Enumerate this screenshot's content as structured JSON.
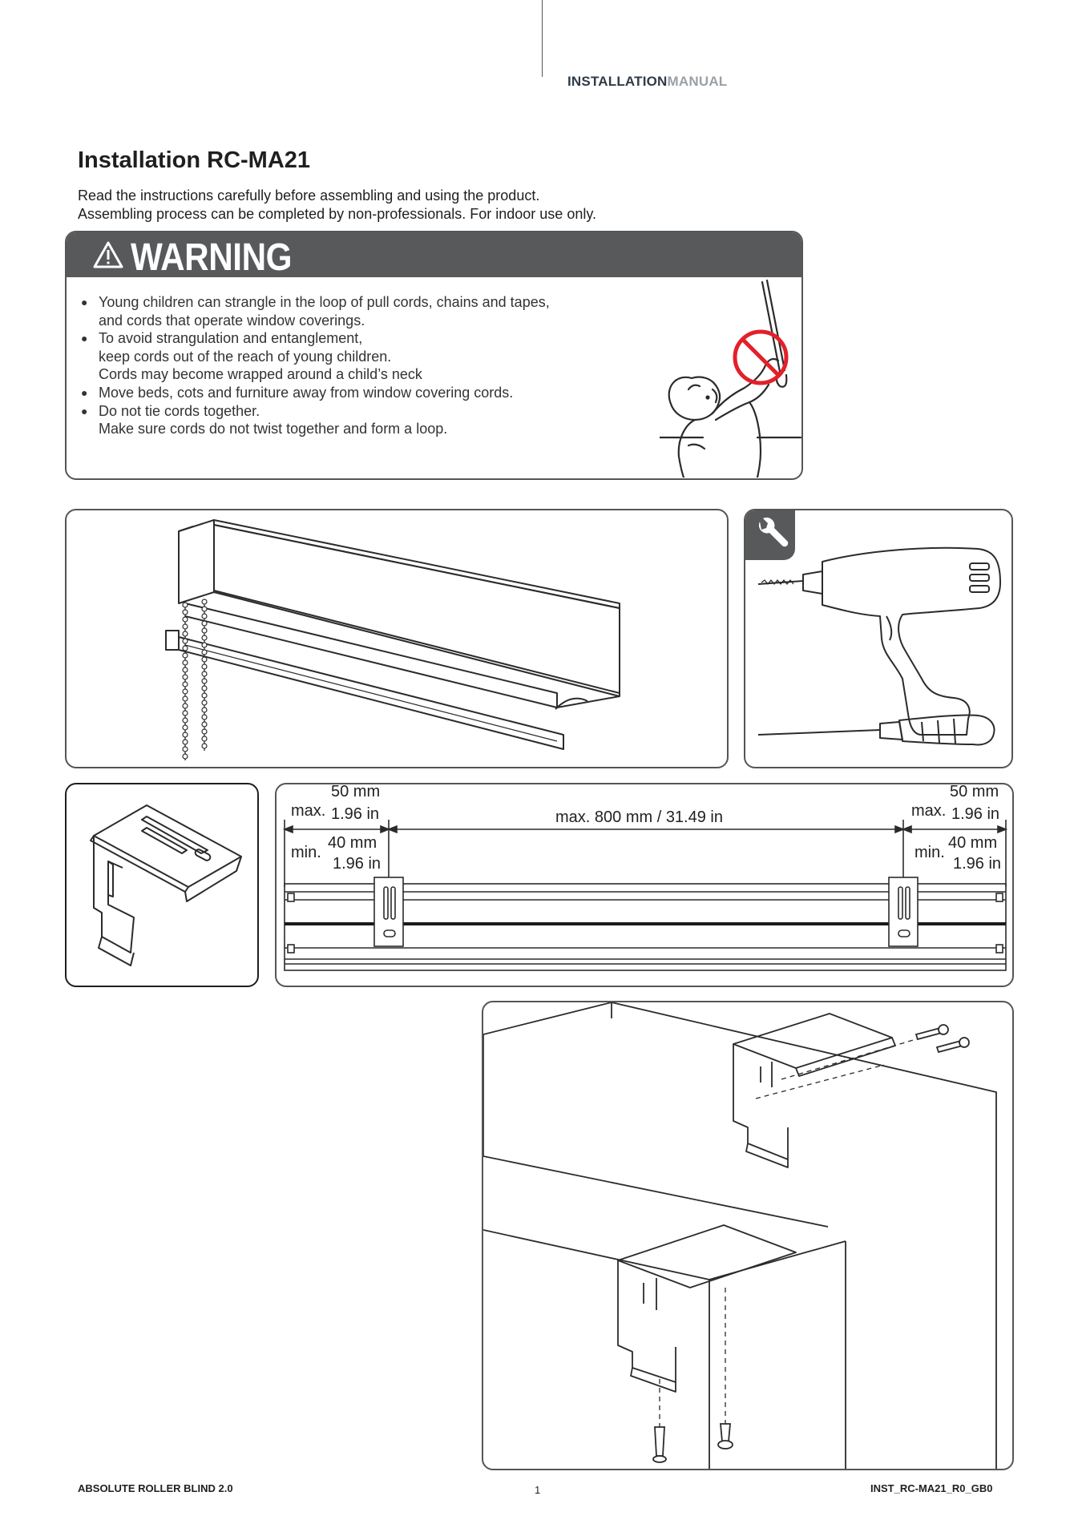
{
  "header": {
    "manual_part1": "INSTALLATION",
    "manual_part2": "MANUAL"
  },
  "title": "Installation RC-MA21",
  "intro": {
    "line1": "Read the instructions carefully before assembling and using the product.",
    "line2": "Assembling process can be completed by non-professionals. For indoor use only."
  },
  "warning": {
    "title": "WARNING",
    "items": [
      {
        "line1": "Young children can strangle in the loop of pull cords, chains and tapes,",
        "line2": "and cords that operate window coverings.",
        "line3": ""
      },
      {
        "line1": "To avoid strangulation and entanglement,",
        "line2": "keep cords out of the reach of young children.",
        "line3": "Cords may become wrapped around a child’s neck"
      },
      {
        "line1": "Move beds, cots and furniture away from window covering cords.",
        "line2": "",
        "line3": ""
      },
      {
        "line1": "Do not tie cords together.",
        "line2": "Make sure cords do not twist together and form a loop.",
        "line3": ""
      }
    ]
  },
  "dimensions": {
    "left_max_label": "max.",
    "left_max_mm": "50 mm",
    "left_max_in": "1.96 in",
    "left_min_label": "min.",
    "left_min_mm": "40 mm",
    "left_min_in": "1.96 in",
    "center": "max. 800 mm / 31.49 in",
    "right_max_label": "max.",
    "right_max_mm": "50 mm",
    "right_max_in": "1.96 in",
    "right_min_label": "min.",
    "right_min_mm": "40 mm",
    "right_min_in": "1.96 in"
  },
  "icons": {
    "warning": "warning-triangle-icon",
    "tool": "wrench-icon",
    "no_child": "prohibited-icon"
  },
  "colors": {
    "warning_bar": "#58595b",
    "prohibited": "#e3202a",
    "header_dark": "#2f3b47",
    "header_light": "#9aa0a6"
  },
  "footer": {
    "left": "ABSOLUTE ROLLER BLIND 2.0",
    "page": "1",
    "right": "INST_RC-MA21_R0_GB0"
  }
}
